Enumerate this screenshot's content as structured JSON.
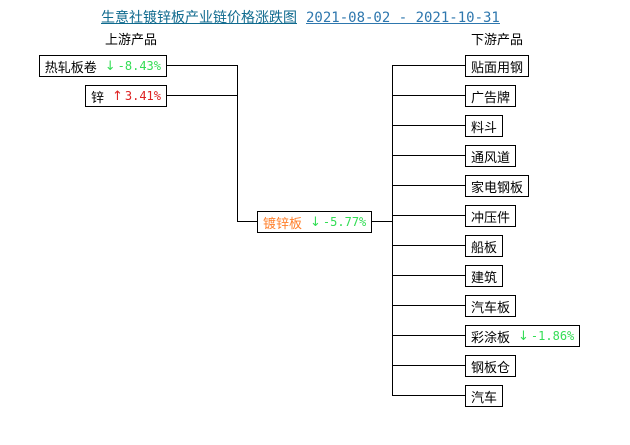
{
  "title": {
    "text": "生意社镀锌板产业链价格涨跌图",
    "date_range": "2021-08-02 - 2021-10-31"
  },
  "labels": {
    "upstream": "上游产品",
    "downstream": "下游产品"
  },
  "upstream": [
    {
      "name": "热轧板卷",
      "arrow": "↓",
      "change": "-8.43%",
      "trend": "down"
    },
    {
      "name": "锌",
      "arrow": "↑",
      "change": "3.41%",
      "trend": "up"
    }
  ],
  "center": {
    "name": "镀锌板",
    "arrow": "↓",
    "change": "-5.77%",
    "trend": "down"
  },
  "downstream": [
    {
      "name": "贴面用钢"
    },
    {
      "name": "广告牌"
    },
    {
      "name": "料斗"
    },
    {
      "name": "通风道"
    },
    {
      "name": "家电钢板"
    },
    {
      "name": "冲压件"
    },
    {
      "name": "船板"
    },
    {
      "name": "建筑"
    },
    {
      "name": "汽车板"
    },
    {
      "name": "彩涂板",
      "arrow": "↓",
      "change": "-1.86%",
      "trend": "down"
    },
    {
      "name": "钢板仓"
    },
    {
      "name": "汽车"
    }
  ],
  "colors": {
    "up": "#dd2222",
    "down": "#33dd55",
    "center_name": "#ff7f2a",
    "title": "#0f6a8e",
    "date": "#2e77ae",
    "line": "#000000"
  }
}
